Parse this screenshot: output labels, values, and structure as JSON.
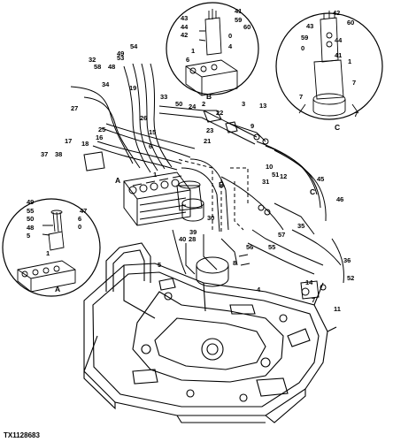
{
  "figure_id": "TX1128683",
  "detail_view_labels": [
    "A",
    "B",
    "C"
  ],
  "callouts": {
    "main": [
      "1",
      "2",
      "3",
      "4",
      "5",
      "6",
      "7",
      "8",
      "9",
      "10",
      "11",
      "12",
      "13",
      "14",
      "15",
      "16",
      "17",
      "18",
      "19",
      "21",
      "22",
      "23",
      "24",
      "25",
      "26",
      "27",
      "28",
      "30",
      "31",
      "32",
      "33",
      "34",
      "35",
      "36",
      "37",
      "38",
      "39",
      "40",
      "45",
      "46",
      "48",
      "49",
      "50",
      "51",
      "52",
      "53",
      "54",
      "55",
      "56",
      "57",
      "58"
    ],
    "detail_a": [
      "49",
      "55",
      "50",
      "48",
      "5",
      "0",
      "47",
      "6",
      "1"
    ],
    "detail_b": [
      "43",
      "44",
      "42",
      "41",
      "59",
      "60",
      "0",
      "4",
      "1",
      "6"
    ],
    "detail_c": [
      "42",
      "43",
      "60",
      "59",
      "44",
      "0",
      "41",
      "1",
      "7",
      "7",
      "7"
    ]
  },
  "icons": [
    "excavator-frame-drawing",
    "control-valve-drawing",
    "hydraulic-hose-drawing"
  ]
}
